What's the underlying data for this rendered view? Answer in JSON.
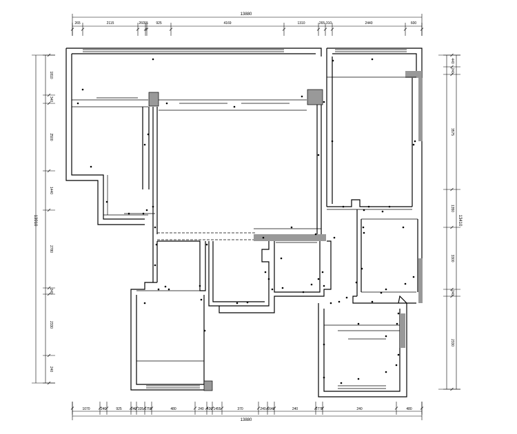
{
  "dimensions": {
    "top_total": "13880",
    "top_segments": [
      "265",
      "2115",
      "260",
      "15",
      "925",
      "4169",
      "1310",
      "265",
      "310",
      "2440",
      "600"
    ],
    "bottom_total": "13880",
    "bottom_segments": [
      "1070",
      "240",
      "925",
      "240",
      "335",
      "1755",
      "480",
      "240",
      "420",
      "1455",
      "370",
      "240",
      "1640",
      "240",
      "2775",
      "240",
      "480"
    ],
    "left_total": "13910",
    "left_segments": [
      "1810",
      "340",
      "2500",
      "1440",
      "2780",
      "240",
      "2330",
      "240"
    ],
    "right_total": "13410",
    "right_segments": [
      "440",
      "240",
      "3575",
      "1350",
      "3300",
      "240",
      "2330"
    ]
  },
  "colors": {
    "line": "#000000",
    "column_fill": "#999999",
    "background": "#ffffff"
  }
}
